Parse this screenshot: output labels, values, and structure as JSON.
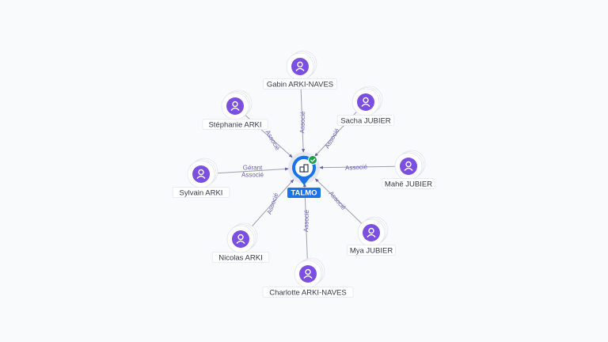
{
  "colors": {
    "background": "#f9fafc",
    "edge": "#9aa0b4",
    "edge_label": "#6c5fb0",
    "person_fill": "#7b4fe0",
    "center_fill": "#1a73e8",
    "check_badge": "#1e9e4a"
  },
  "center": {
    "name": "TALMO",
    "icon": "building-icon",
    "badge_icon": "check-icon"
  },
  "people": [
    {
      "id": "gabin-arki-naves",
      "name": "Gabin ARKI-NAVES",
      "relations": [
        "Associé"
      ]
    },
    {
      "id": "stephanie-arki",
      "name": "Stéphanie ARKI",
      "relations": [
        "Associé"
      ]
    },
    {
      "id": "sacha-jubier",
      "name": "Sacha JUBIER",
      "relations": [
        "Associé"
      ]
    },
    {
      "id": "sylvain-arki",
      "name": "Sylvain ARKI",
      "relations": [
        "Gérant",
        "Associé"
      ]
    },
    {
      "id": "mahe-jubier",
      "name": "Mahë JUBIER",
      "relations": [
        "Associé"
      ]
    },
    {
      "id": "nicolas-arki",
      "name": "Nicolas ARKI",
      "relations": [
        "Associé"
      ]
    },
    {
      "id": "mya-jubier",
      "name": "Mya JUBIER",
      "relations": [
        "Associé"
      ]
    },
    {
      "id": "charlotte-arki-naves",
      "name": "Charlotte ARKI-NAVES",
      "relations": [
        "Associé"
      ]
    }
  ]
}
